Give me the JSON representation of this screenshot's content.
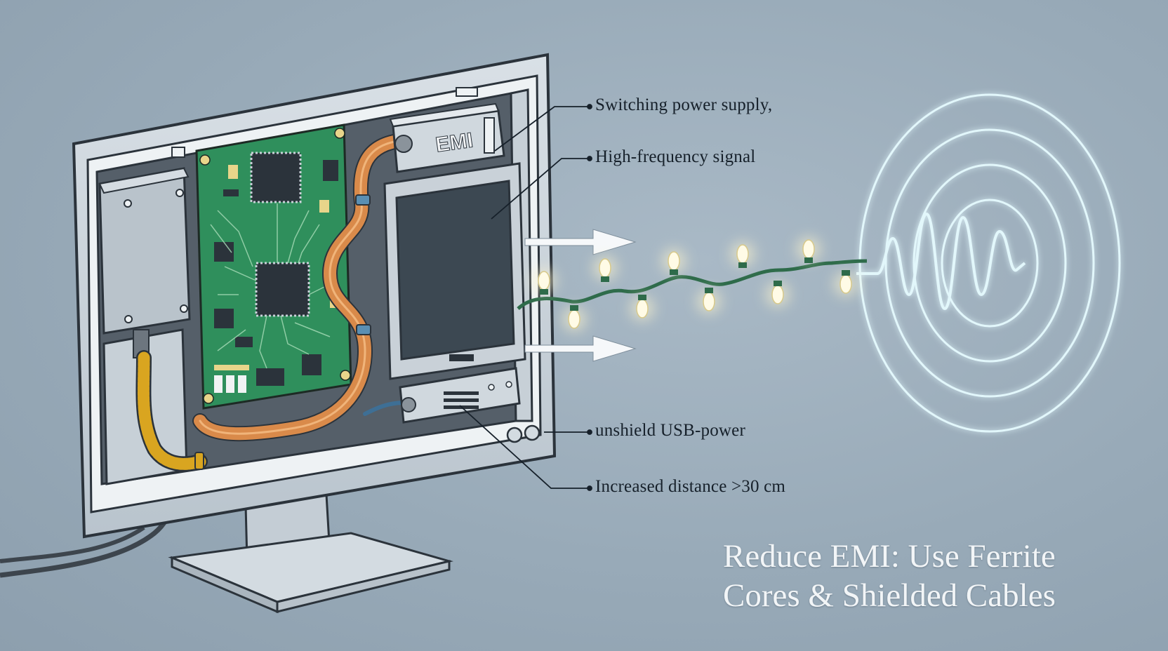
{
  "callouts": {
    "switching_power": "Switching power supply,",
    "high_freq": "High-frequency signal",
    "usb_power": "unshield USB-power",
    "distance": "Increased distance >30 cm"
  },
  "emi_label": "EMI",
  "title": {
    "line1": "Reduce EMI: Use Ferrite",
    "line2": "Cores & Shielded Cables"
  },
  "colors": {
    "background": "#98aab8",
    "pcb": "#2f8f5c",
    "copper_trace": "#d98a4a",
    "ferrite_coil": "#d9a520",
    "wave_glow": "#e6fbff",
    "light_wire": "#2e6b4a",
    "bulb_glow": "#fff6cf"
  },
  "icons": [
    "monitor-icon",
    "pcb-icon",
    "emi-module-icon",
    "ferrite-core-icon",
    "wave-rings-icon",
    "arrow-right-icon",
    "string-lights-icon"
  ]
}
